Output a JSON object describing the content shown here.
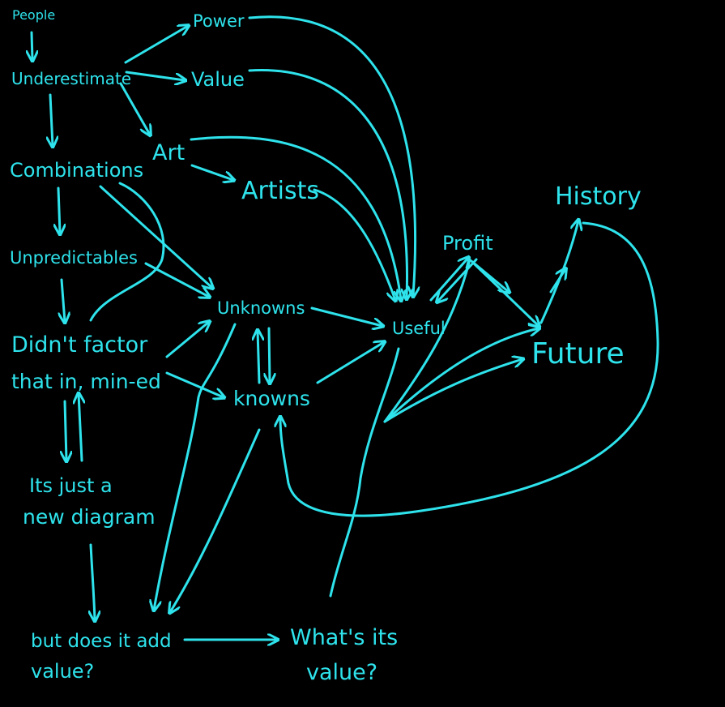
{
  "diagram": {
    "accent_color": "#2ee3ec",
    "background_color": "#000000",
    "nodes": {
      "people": "People",
      "underestimate": "Underestimate",
      "power": "Power",
      "value": "Value",
      "art": "Art",
      "combinations": "Combinations",
      "artists": "Artists",
      "history": "History",
      "profit": "Profit",
      "unpredictables": "Unpredictables",
      "unknowns": "Unknowns",
      "useful": "Useful",
      "didnt_factor_line1": "Didn't factor",
      "didnt_factor_line2": "that in, min-ed",
      "future": "Future",
      "knowns": "knowns",
      "just_diagram_line1": "Its just a",
      "just_diagram_line2": "new diagram",
      "add_value_line1": "but does it add",
      "add_value_line2": "value?",
      "whats_value_line1": "What's its",
      "whats_value_line2": "value?"
    }
  }
}
